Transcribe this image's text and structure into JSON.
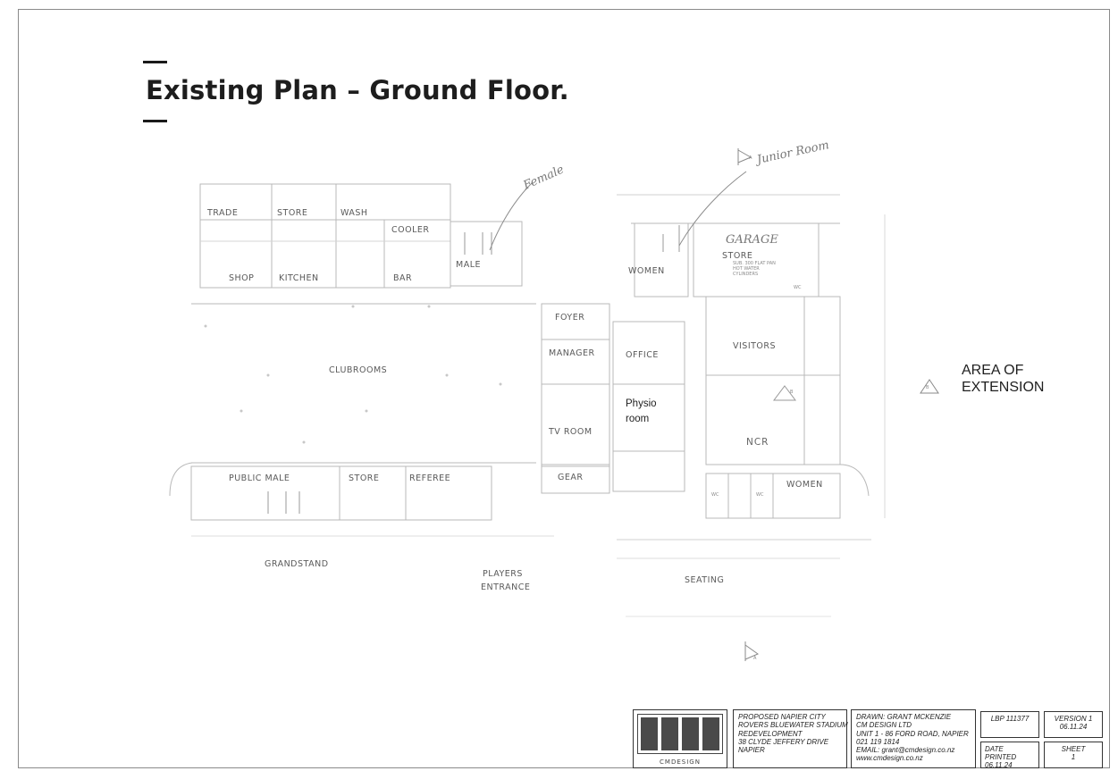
{
  "title": "Existing Plan – Ground Floor.",
  "annotations": {
    "area_of_extension_line1": "AREA OF",
    "area_of_extension_line2": "EXTENSION",
    "physio_line1": "Physio",
    "physio_line2": "room",
    "handwritten_female": "Female",
    "handwritten_junior": "Junior Room",
    "garage": "GARAGE",
    "section_a": "A",
    "section_b": "B"
  },
  "rooms": {
    "trade": "TRADE",
    "store_top": "STORE",
    "wash": "WASH",
    "cooler": "COOLER",
    "male_top": "MALE",
    "women_top": "WOMEN",
    "store_right": "STORE",
    "store_right_note1": "SUB. 300 FLAT PAN",
    "store_right_note2": "HOT WATER",
    "store_right_note3": "CYLINDERS",
    "wc": "WC",
    "shop": "SHOP",
    "kitchen": "KITCHEN",
    "bar": "BAR",
    "foyer": "FOYER",
    "manager": "MANAGER",
    "office": "OFFICE",
    "visitors": "VISITORS",
    "clubrooms": "CLUBROOMS",
    "tv_room": "TV ROOM",
    "ncr": "NCR",
    "public_male": "PUBLIC MALE",
    "store_bottom": "STORE",
    "referee": "REFEREE",
    "gear": "GEAR",
    "women_bottom": "WOMEN",
    "grandstand": "GRANDSTAND",
    "players_entrance_1": "PLAYERS",
    "players_entrance_2": "ENTRANCE",
    "seating": "SEATING"
  },
  "title_block": {
    "logo_text": "CMDESIGN",
    "project_line1": "PROPOSED NAPIER CITY",
    "project_line2": "ROVERS BLUEWATER STADIUM",
    "project_line3": "REDEVELOPMENT",
    "project_line4": "38 CLYDE JEFFERY DRIVE",
    "project_line5": "NAPIER",
    "drawn_line1": "DRAWN: GRANT MCKENZIE",
    "drawn_line2": "CM DESIGN LTD",
    "drawn_line3": "UNIT 1 - 86 FORD ROAD, NAPIER",
    "drawn_line4": "021 119 1814",
    "drawn_line5": "EMAIL: grant@cmdesign.co.nz",
    "drawn_line6": "www.cmdesign.co.nz",
    "lbp": "LBP 111377",
    "version": "VERSION 1",
    "version_date": "06.11.24",
    "date_printed_label": "DATE PRINTED",
    "date_printed": "06.11.24",
    "sheet_label": "SHEET",
    "sheet_number": "1"
  }
}
